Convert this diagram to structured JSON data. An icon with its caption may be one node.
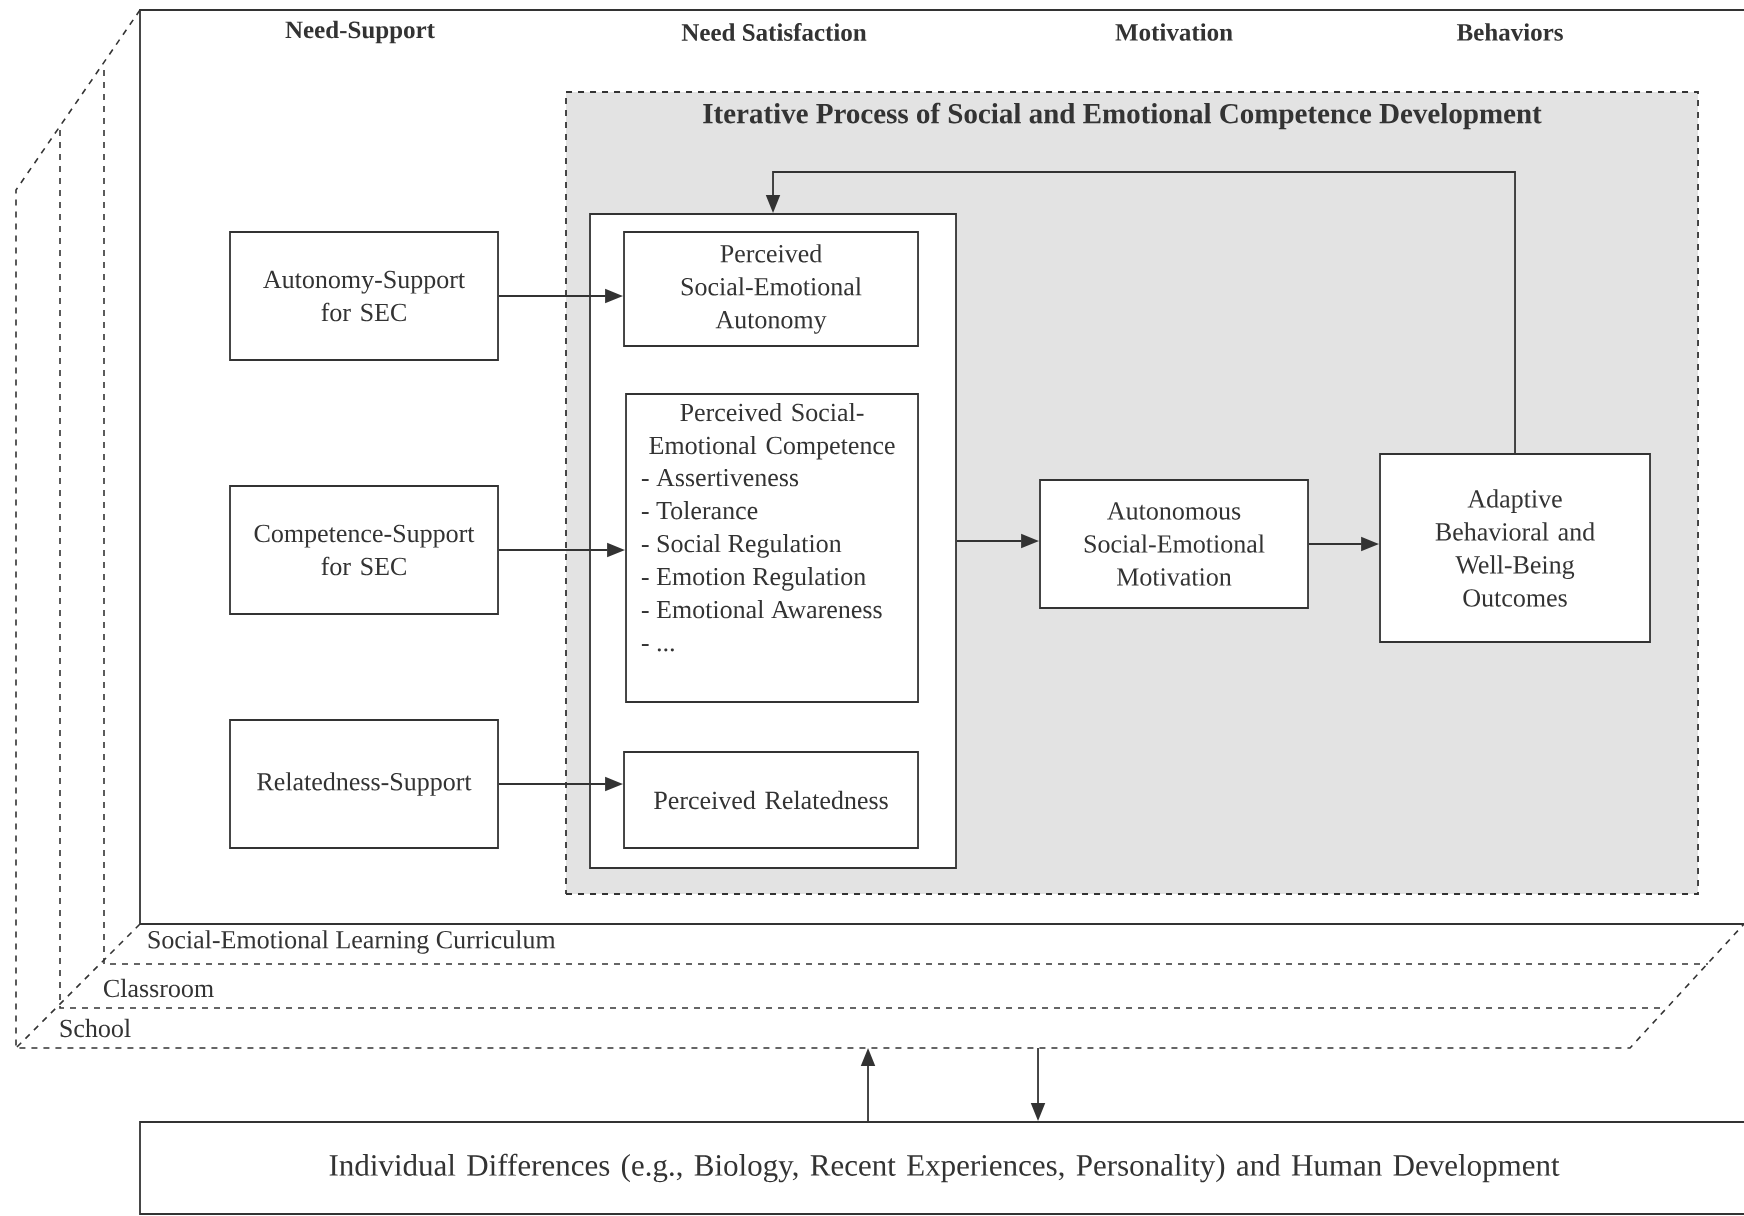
{
  "diagram": {
    "nodes": [
      {
        "text": [
          "School"
        ]
      },
      {
        "text": [
          "Classroom"
        ],
        "in": 0
      },
      {
        "text": [
          "Social-Emotional Learning Curriculum"
        ],
        "in": 1
      },
      {
        "text": [
          "Iterative Process of Social and Emotional Competence Development"
        ],
        "in": 2
      },
      {
        "text": [
          "Autonomy-Support for SEC"
        ],
        "in": 2
      },
      {
        "text": [
          "Competence-Support for SEC"
        ],
        "in": 2
      },
      {
        "text": [
          "Relatedness-Support"
        ],
        "in": 2
      },
      {
        "text": [],
        "shape": "box",
        "in": 3
      },
      {
        "text": [
          "Perceived Social-Emotional Autonomy"
        ],
        "in": 7
      },
      {
        "text": [
          "Perceived Social-Emotional Competence",
          "- Assertiveness",
          "- Tolerance",
          "- Social Regulation",
          "- Emotion Regulation",
          "- Emotional Awareness",
          "- ..."
        ],
        "in": 7
      },
      {
        "text": [
          "Perceived Relatedness"
        ],
        "in": 7
      },
      {
        "text": [
          "Autonomous Social-Emotional Motivation"
        ],
        "in": 3
      },
      {
        "text": [
          "Adaptive Behavioral and Well-Being Outcomes"
        ],
        "in": 3
      },
      {
        "text": [
          "Individual Differences (e.g., Biology, Recent Experiences, Personality) and Human Development"
        ]
      }
    ],
    "edges": [
      {
        "from": 4,
        "to": 8,
        "arrow": "to"
      },
      {
        "from": 5,
        "to": 9,
        "arrow": "to"
      },
      {
        "from": 6,
        "to": 10,
        "arrow": "to"
      },
      {
        "from": 7,
        "to": 11,
        "arrow": "to"
      },
      {
        "from": 11,
        "to": 12,
        "arrow": "to"
      },
      {
        "from": 12,
        "to": 7,
        "arrow": "to"
      },
      {
        "from": 13,
        "to": 0,
        "arrow": "to"
      },
      {
        "from": 0,
        "to": 13,
        "arrow": "to"
      }
    ],
    "labels": [
      "Need-Support",
      "Need Satisfaction",
      "Motivation",
      "Behaviors"
    ]
  }
}
